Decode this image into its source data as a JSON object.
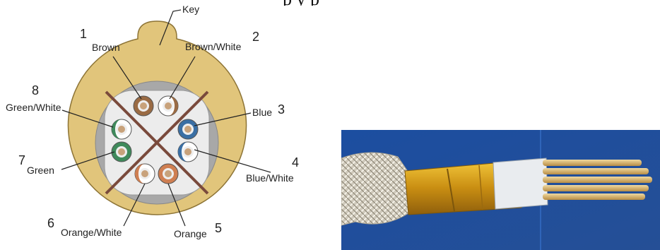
{
  "caption_fragment": "p                          y p",
  "diagram": {
    "key_label": "Key",
    "pins": [
      {
        "number": "1",
        "label": "Brown",
        "color": "#9a6b44"
      },
      {
        "number": "2",
        "label": "Brown/White",
        "color": "#9a6b44"
      },
      {
        "number": "3",
        "label": "Blue",
        "color": "#3a6fa4"
      },
      {
        "number": "4",
        "label": "Blue/White",
        "color": "#3a6fa4"
      },
      {
        "number": "5",
        "label": "Orange",
        "color": "#cf7f52"
      },
      {
        "number": "6",
        "label": "Orange/White",
        "color": "#cf7f52"
      },
      {
        "number": "7",
        "label": "Green",
        "color": "#3f8a5b"
      },
      {
        "number": "8",
        "label": "Green/White",
        "color": "#3f8a5b"
      }
    ],
    "colors": {
      "outer_gold": "#e1c57b",
      "outer_stroke": "#8d7436",
      "grey_ring": "#a8a8a8",
      "core": "#ececec",
      "separator": "#7a4a3c"
    }
  },
  "photo": {
    "colors": {
      "background": "#1c4ea0",
      "foil": "#d8a316",
      "braid": "#d7d2c4",
      "pins": "#ddb56a"
    }
  }
}
